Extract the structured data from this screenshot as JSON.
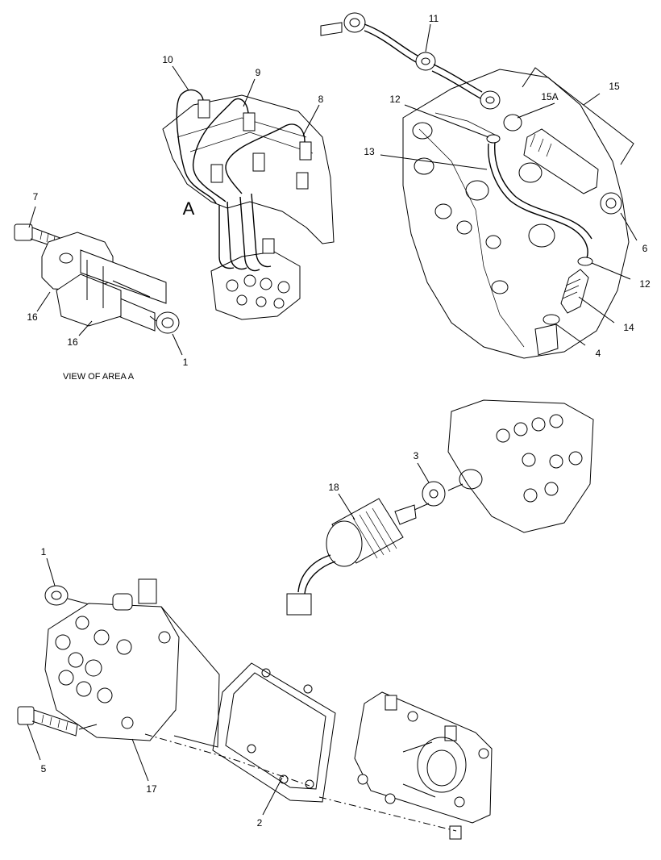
{
  "callouts": {
    "c1_top": "1",
    "c1_bottom": "1",
    "c2": "2",
    "c3": "3",
    "c4": "4",
    "c5": "5",
    "c6": "6",
    "c7": "7",
    "c8": "8",
    "c9": "9",
    "c10": "10",
    "c11": "11",
    "c12_top": "12",
    "c12_right": "12",
    "c13": "13",
    "c14": "14",
    "c15": "15",
    "c15a": "15A",
    "c16_top": "16",
    "c16_bottom": "16",
    "c17": "17",
    "c18": "18"
  },
  "area_letter": "A",
  "caption": "VIEW OF AREA  A"
}
